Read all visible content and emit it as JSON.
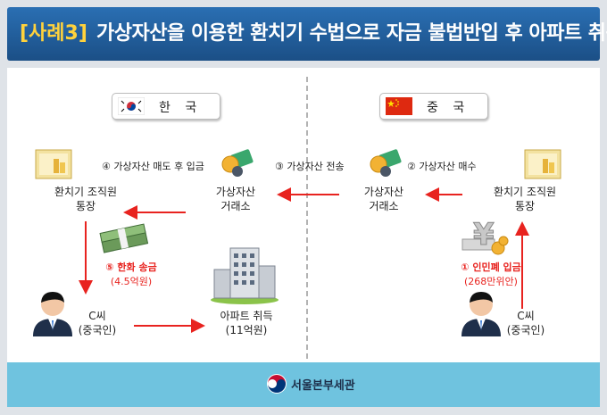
{
  "header": {
    "tag": "[사례3]",
    "title": "가상자산을 이용한 환치기 수법으로 자금 불법반입 후 아파트 취득"
  },
  "countries": {
    "left": "한 국",
    "right": "중 국"
  },
  "nodes": {
    "kr_bank": [
      "환치기 조직원",
      "통장"
    ],
    "kr_exchange": [
      "가상자산",
      "거래소"
    ],
    "cn_exchange": [
      "가상자산",
      "거래소"
    ],
    "cn_bank": [
      "환치기 조직원",
      "통장"
    ],
    "kr_person": [
      "C씨",
      "(중국인)"
    ],
    "cn_person": [
      "C씨",
      "(중국인)"
    ],
    "apartment": [
      "아파트 취득",
      "(11억원)"
    ]
  },
  "steps": {
    "s1": [
      "① 인민폐 입금",
      "(268만위안)"
    ],
    "s2": "② 가상자산 매수",
    "s3": "③ 가상자산 전송",
    "s4": "④ 가상자산 매도 후 입금",
    "s5": [
      "⑤ 한화 송금",
      "(4.5억원)"
    ]
  },
  "footer": {
    "org": "서울본부세관"
  },
  "colors": {
    "header": "#1b4f86",
    "tag": "#ffd23c",
    "arrow": "#e8231f",
    "footer": "#6fc3df"
  }
}
